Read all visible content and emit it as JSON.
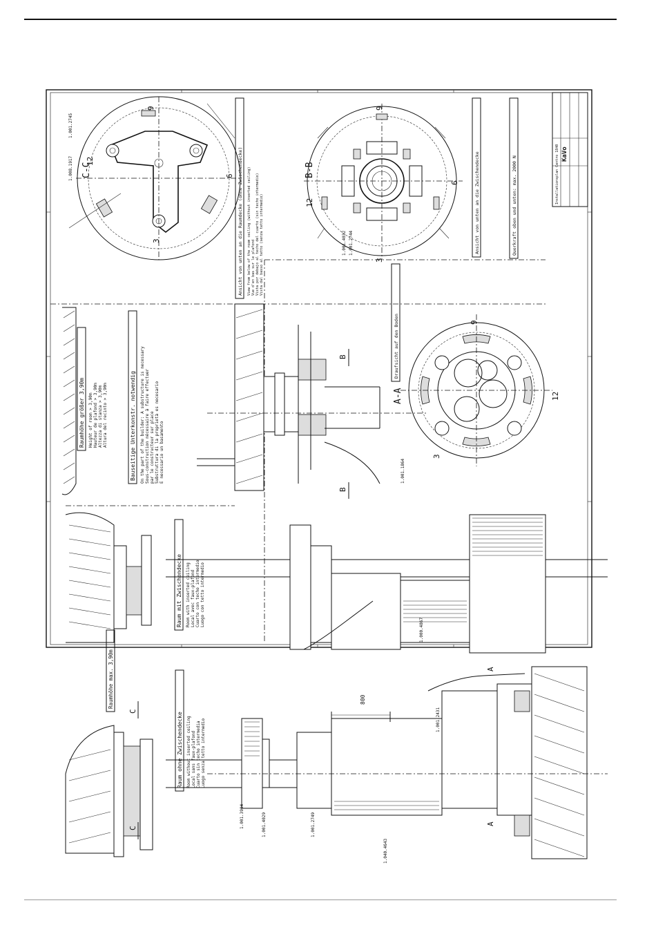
{
  "labels": {
    "section_cc": "C-C",
    "section_bb": "B-B",
    "section_aa": "A-A",
    "clock_12": "12",
    "clock_9": "9",
    "clock_6": "6",
    "clock_3": "3",
    "cut_c": "C",
    "cut_b": "B",
    "cut_a": "A"
  },
  "boxes": {
    "height_greater_title": "Raumhöhe größer 3,90m",
    "height_greater_lines": [
      "Height of room   > 3,90m",
      "Hauteur de plafond > 3,90m",
      "Altezza di stanza  > 3,90m",
      "Altura del recinto > 3,90m"
    ],
    "builder_title": "Bauseitige Unterkonstr. notwendig",
    "builder_lines": [
      "On the part of the builder: A substructure is necessary",
      "Sous-construction nécessaire à faire effectuer",
      "par le constructeur sur place",
      "Substruttura di la proprietà es necesario",
      "E necessario un basamento"
    ],
    "with_ceiling_title": "Raum mit Zwischendecke",
    "with_ceiling_lines": [
      "Room with inserted ceiling",
      "Local avec faux-plafond",
      "Cuarto con techo intermedio",
      "Luogo con tetto intermedio"
    ],
    "without_ceiling_title": "Raum ohne Zwischendecke",
    "without_ceiling_lines": [
      "Room without inserted ceiling",
      "Local sans faux-plafond",
      "Cuarto sin techo intermedia",
      "Luogo senza tetto intermedio"
    ],
    "height_max": "Raumhöhe max. 3,90m",
    "view_below_title": "Ansicht von unten an die Raumdecke (ohne Zwischendecke)",
    "view_below_lines": [
      "View from below of the room ceiling (without inserted ceiling)",
      "Vue d'en bas sur le plafond",
      "Vista por debajo al techo del cuarto (sin techo intermedio)",
      "Vista dal basso al tetto (senza tetto intermedio)"
    ],
    "view_below2_title": "Ansicht von unten an die Zwischendecke",
    "view_floor_title": "Draufsicht auf den Boden",
    "transverse_title": "Querkraft oben und unten: max. 2000 N"
  },
  "refs": {
    "r1": "1.001.2745",
    "r2": "1.001.4032",
    "r3": "1.001.2744",
    "r4": "1.008.1917",
    "r5": "1.001.1864",
    "r6": "1.001.3904",
    "r7": "1.001.4029",
    "r8": "1.001.2749",
    "r9": "1.000.4867",
    "r10": "1.001.2431",
    "r11": "1.040.4643",
    "dim_800": "800"
  },
  "titleblock": {
    "brand": "KaVo",
    "title": "Installationsplan Centro 1840"
  }
}
